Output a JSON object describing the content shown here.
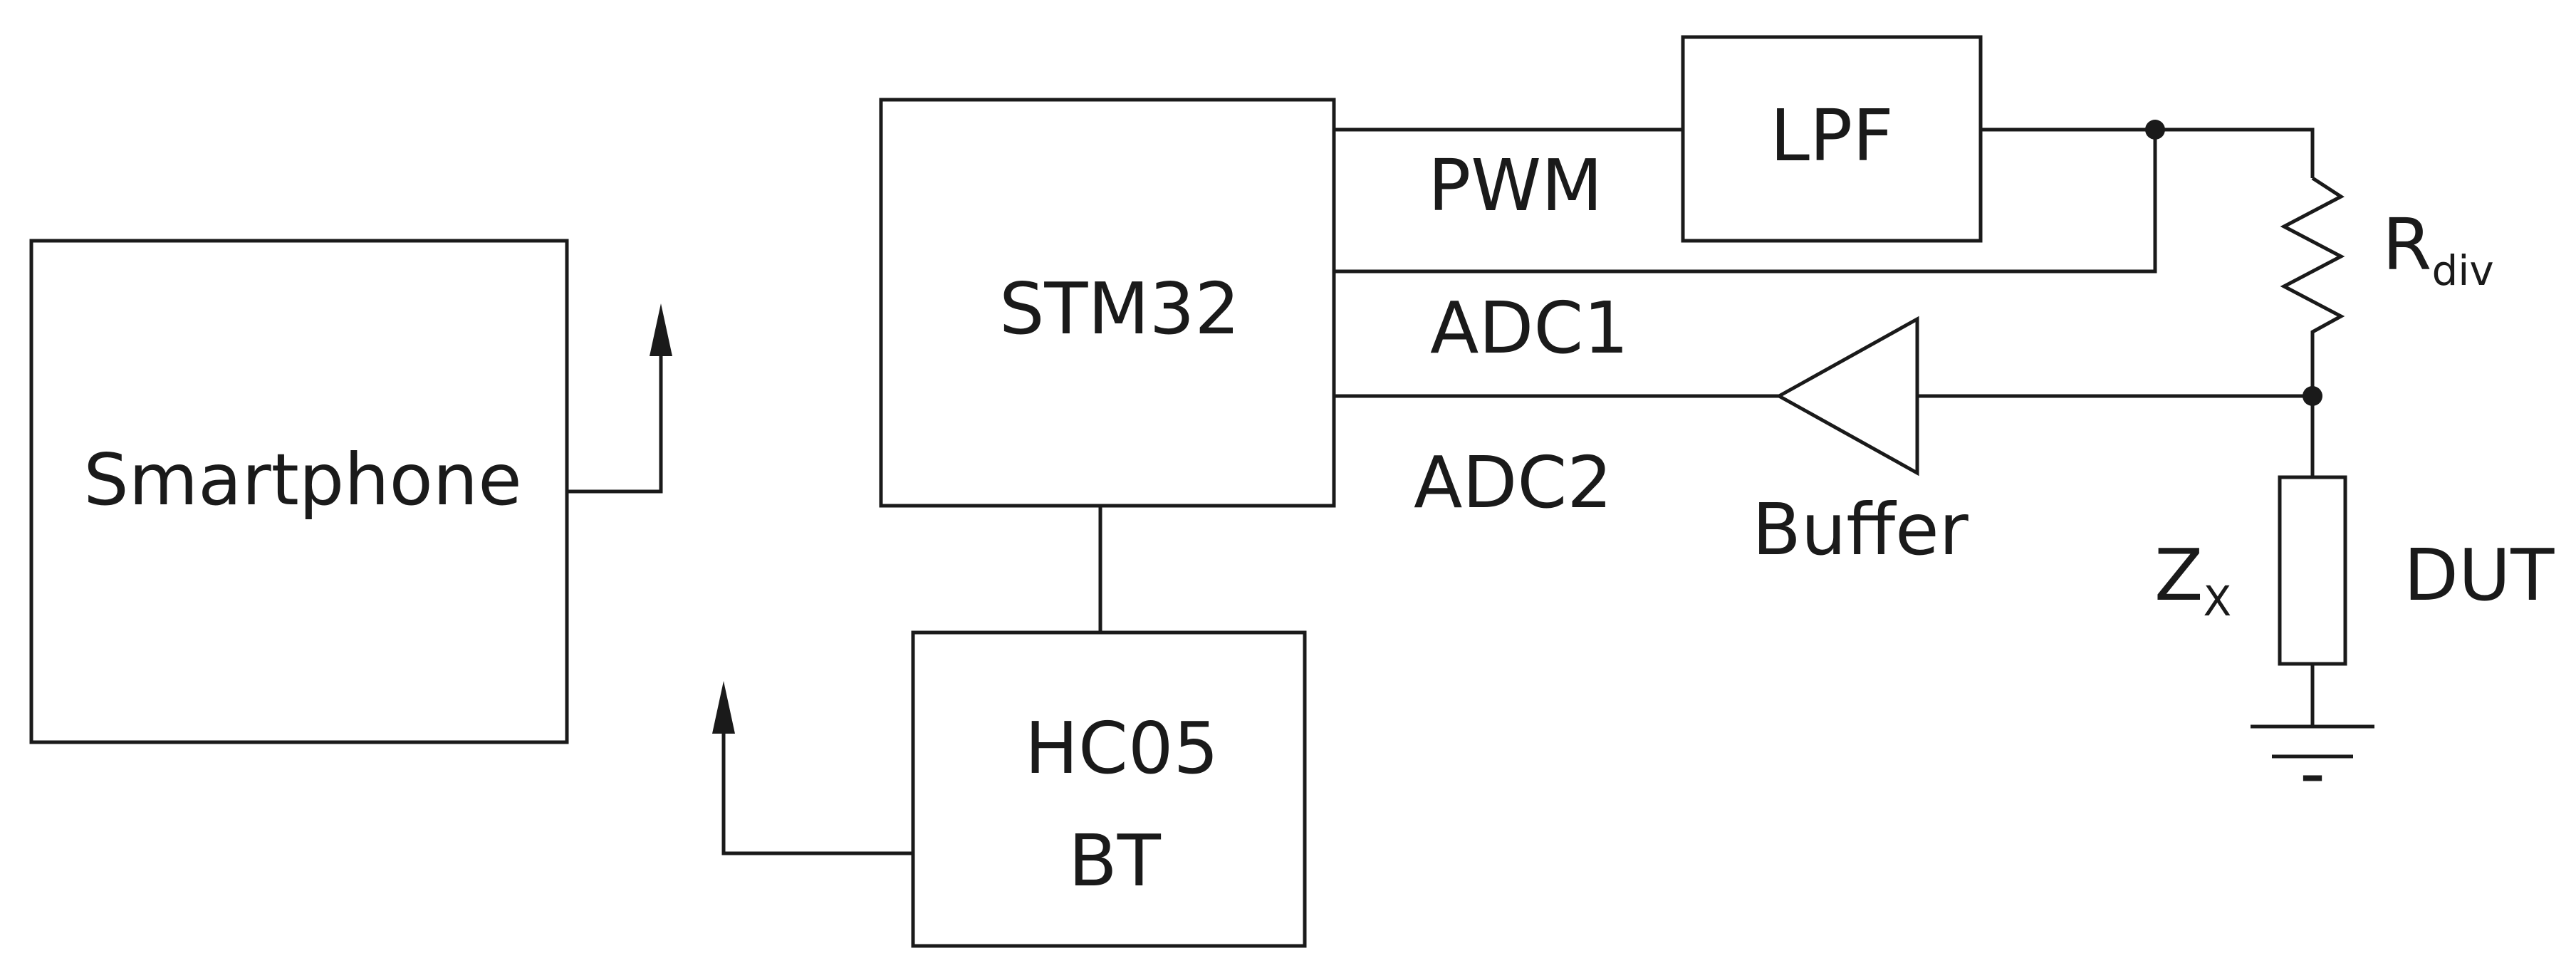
{
  "blocks": {
    "smartphone": "Smartphone",
    "stm32": "STM32",
    "lpf": "LPF",
    "hc05_line1": "HC05",
    "hc05_line2": "BT"
  },
  "signals": {
    "pwm": "PWM",
    "adc1": "ADC1",
    "adc2": "ADC2"
  },
  "components": {
    "buffer": "Buffer",
    "rdiv_main": "R",
    "rdiv_sub": "div",
    "zx_main": "Z",
    "zx_sub": "X",
    "dut": "DUT",
    "ground_mark": "-"
  },
  "colors": {
    "stroke": "#1a1a1a",
    "background": "#ffffff"
  }
}
